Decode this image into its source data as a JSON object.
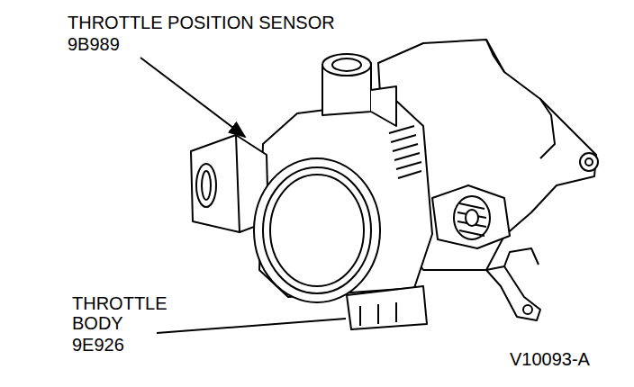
{
  "diagram": {
    "labels": [
      "THROTTLE POSITION SENSOR",
      "9B989",
      "THROTTLE BODY",
      "9E926",
      "V10093-A"
    ]
  }
}
